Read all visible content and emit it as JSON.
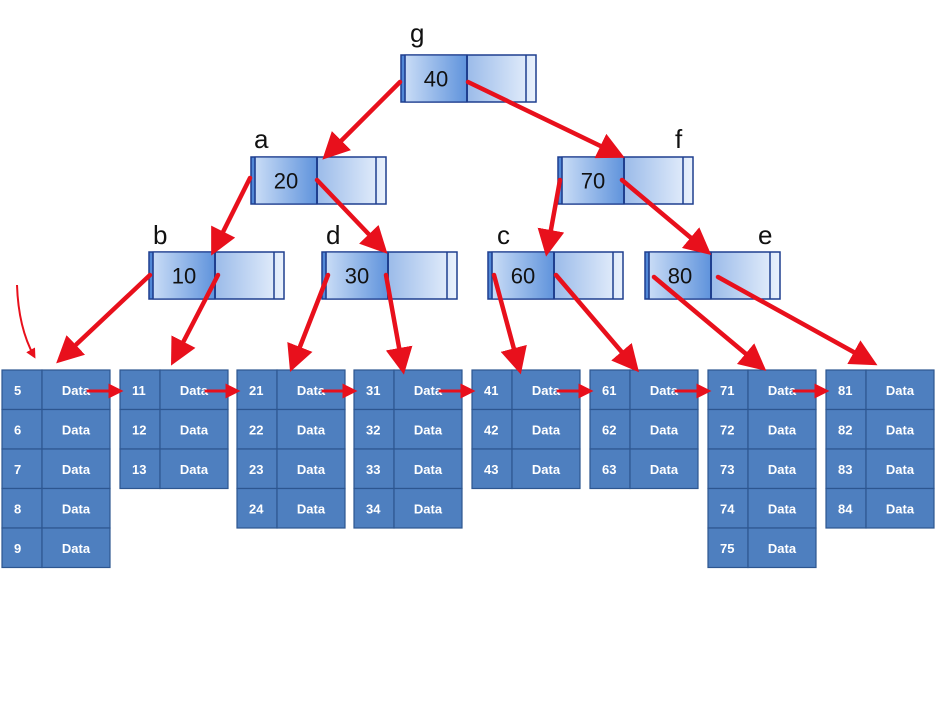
{
  "colors": {
    "node_fill": "#8fb8ec",
    "node_stroke": "#1f3f8f",
    "leaf_fill": "#4e7fbf",
    "leaf_stroke": "#2d5690",
    "arrow": "#e8101c"
  },
  "tree": {
    "internal_nodes": [
      {
        "id": "g",
        "label": "g",
        "key": "40"
      },
      {
        "id": "a",
        "label": "a",
        "key": "20"
      },
      {
        "id": "f",
        "label": "f",
        "key": "70"
      },
      {
        "id": "b",
        "label": "b",
        "key": "10"
      },
      {
        "id": "d",
        "label": "d",
        "key": "30"
      },
      {
        "id": "c",
        "label": "c",
        "key": "60"
      },
      {
        "id": "e",
        "label": "e",
        "key": "80"
      }
    ],
    "leaves": [
      {
        "keys": [
          "5",
          "6",
          "7",
          "8",
          "9"
        ],
        "value": "Data"
      },
      {
        "keys": [
          "11",
          "12",
          "13"
        ],
        "value": "Data"
      },
      {
        "keys": [
          "21",
          "22",
          "23",
          "24"
        ],
        "value": "Data"
      },
      {
        "keys": [
          "31",
          "32",
          "33",
          "34"
        ],
        "value": "Data"
      },
      {
        "keys": [
          "41",
          "42",
          "43"
        ],
        "value": "Data"
      },
      {
        "keys": [
          "61",
          "62",
          "63"
        ],
        "value": "Data"
      },
      {
        "keys": [
          "71",
          "72",
          "73",
          "74",
          "75"
        ],
        "value": "Data"
      },
      {
        "keys": [
          "81",
          "82",
          "83",
          "84"
        ],
        "value": "Data"
      }
    ]
  }
}
